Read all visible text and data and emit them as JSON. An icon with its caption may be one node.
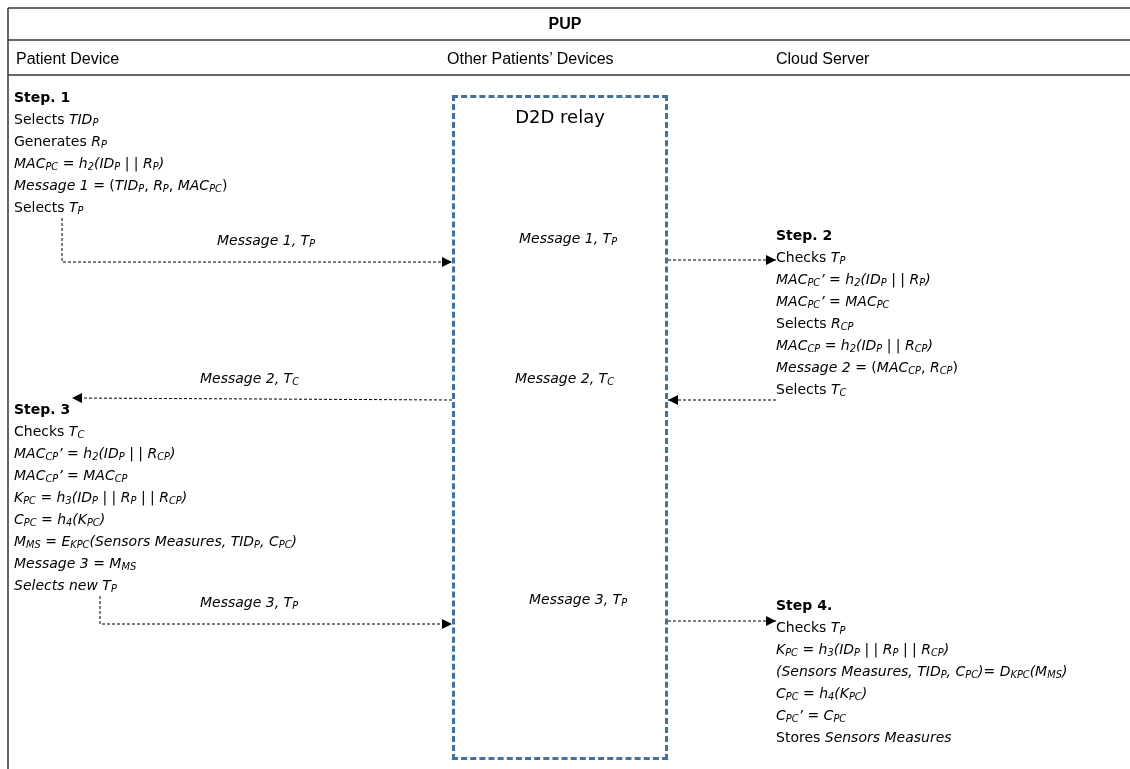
{
  "diagram": {
    "nodes": [
      {
        "text": [
          "Step. 1",
          "Selects *TID*$_{P}$",
          "Generates *R*$_{P}$",
          "*MAC*$_{PC}$ *= h*$_{2}$*(ID*$_{P}$ *| | R*$_{P}$*)*",
          "*Message 1 =* (*TID*$_{P}$, *R*$_{P}$, *MAC*$_{PC}$)",
          "Selects *T*$_{P}$"
        ]
      },
      {
        "text": [
          "D2D relay"
        ]
      },
      {
        "text": [
          "Step. 2",
          "Checks *T*$_{P}$",
          "*MAC*$_{PC}$*’ = h*$_{2}$*(ID*$_{P}$ *| | R*$_{P}$*)*",
          "*MAC*$_{PC}$*’ = MAC*$_{PC}$",
          "Selects *R*$_{CP}$",
          "*MAC*$_{CP}$ *= h*$_{2}$*(ID*$_{P}$ *| | R*$_{CP}$*)*",
          "*Message 2 =* (*MAC*$_{CP}$, *R*$_{CP}$)",
          "Selects *T*$_{C}$"
        ]
      },
      {
        "text": [
          "Step. 3",
          "Checks *T*$_{C}$",
          "*MAC*$_{CP}$*’ = h*$_{2}$*(ID*$_{P}$ *| | R*$_{CP}$*)*",
          "*MAC*$_{CP}$*’ = MAC*$_{CP}$",
          "*K*$_{PC}$ *= h*$_{3}$*(ID*$_{P}$ *| | R*$_{P}$ *| | R*$_{CP}$*)*",
          "*C*$_{PC}$ *= h*$_{4}$*(K*$_{PC}$*)*",
          "*M*$_{MS}$ *= E*$_{KPC}$*(Sensors Measures, TID*$_{P}$*, C*$_{PC}$*)*",
          "*Message 3 = M*$_{MS}$",
          "*Selects new T*$_{P}$"
        ]
      },
      {
        "text": [
          "Step 4.",
          "Checks *T*$_{P}$",
          "*K*$_{PC}$ *= h*$_{3}$*(ID*$_{P}$ *| | R*$_{P}$ *| | R*$_{CP}$*)*",
          "*(Sensors Measures, TID*$_{P}$*, C*$_{PC}$*)= D*$_{KPC}$*(M*$_{MS}$*)*",
          "*C*$_{PC}$ *= h*$_{4}$*(K*$_{PC}$*)*",
          "*C*$_{PC}$*’ = C*$_{PC}$",
          "Stores *Sensors Measures*"
        ]
      }
    ],
    "edges": [
      {
        "from": 0,
        "to": 1,
        "arrow": "to",
        "label": "*Message 1, T*$_{P}$",
        "style": "dashed"
      },
      {
        "from": 1,
        "to": 2,
        "arrow": "to",
        "label": "*Message 1, T*$_{P}$",
        "style": "dashed"
      },
      {
        "from": 2,
        "to": 1,
        "arrow": "to",
        "label": "*Message 2, T*$_{C}$",
        "style": "dashed"
      },
      {
        "from": 1,
        "to": 3,
        "arrow": "to",
        "label": "*Message 2, T*$_{C}$",
        "style": "dashed"
      },
      {
        "from": 3,
        "to": 1,
        "arrow": "to",
        "label": "*Message 3, T*$_{P}$",
        "style": "dashed"
      },
      {
        "from": 1,
        "to": 4,
        "arrow": "to",
        "label": "*Message 3, T*$_{P}$",
        "style": "dashed"
      }
    ],
    "labels": [
      "PUP",
      "Patient Device",
      "Other Patients’ Devices",
      "Cloud Server"
    ]
  }
}
